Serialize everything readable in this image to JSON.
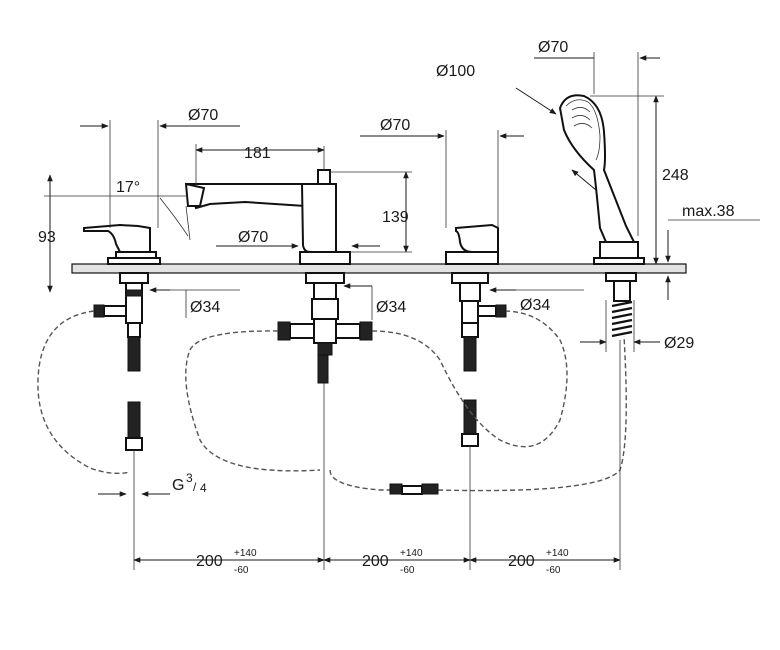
{
  "dimensions": {
    "spout_height": "93",
    "spout_angle": "17°",
    "spout_reach": "181",
    "spout_rosette_top": "Ø70",
    "spout_rosette": "Ø70",
    "spout_body_height": "139",
    "handle_rosette": "Ø70",
    "handshower_diameter": "Ø100",
    "handshower_rosette": "Ø70",
    "handshower_height": "248",
    "max_deck": "max.38",
    "hole_left": "Ø34",
    "hole_center": "Ø34",
    "hole_right": "Ø34",
    "hose_hole": "Ø29",
    "connection_thread": "G",
    "thread_num": "3",
    "thread_den": "4",
    "spacings": [
      {
        "base": "200",
        "plus": "+140",
        "minus": "-60"
      },
      {
        "base": "200",
        "plus": "+140",
        "minus": "-60"
      },
      {
        "base": "200",
        "plus": "+140",
        "minus": "-60"
      }
    ]
  }
}
